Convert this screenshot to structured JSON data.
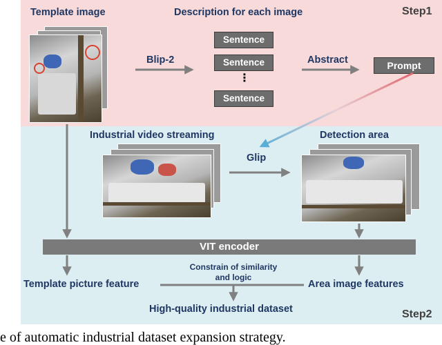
{
  "steps": {
    "step1": "Step1",
    "step2": "Step2"
  },
  "labels": {
    "template_image": "Template image",
    "description": "Description for each image",
    "blip2": "Blip-2",
    "abstract": "Abstract",
    "prompt": "Prompt",
    "industrial_video": "Industrial video streaming",
    "detection_area": "Detection area",
    "glip": "Glip",
    "vit_encoder": "VIT encoder",
    "template_feature": "Template picture feature",
    "area_features": "Area image features",
    "constraint": "Constrain of similarity and logic",
    "dataset": "High-quality industrial dataset"
  },
  "sentences": [
    "Sentence",
    "Sentence",
    "Sentence"
  ],
  "ellipsis": "⋮",
  "caption": "e of automatic industrial dataset expansion strategy.",
  "colors": {
    "step1_bg": "#f8dada",
    "step2_bg": "#dceef1",
    "label_text": "#1f3763",
    "box_fill": "#6d6d6d",
    "arrow": "#808080",
    "glip_arrow_start": "#e0636b",
    "glip_arrow_end": "#5aaed6"
  }
}
